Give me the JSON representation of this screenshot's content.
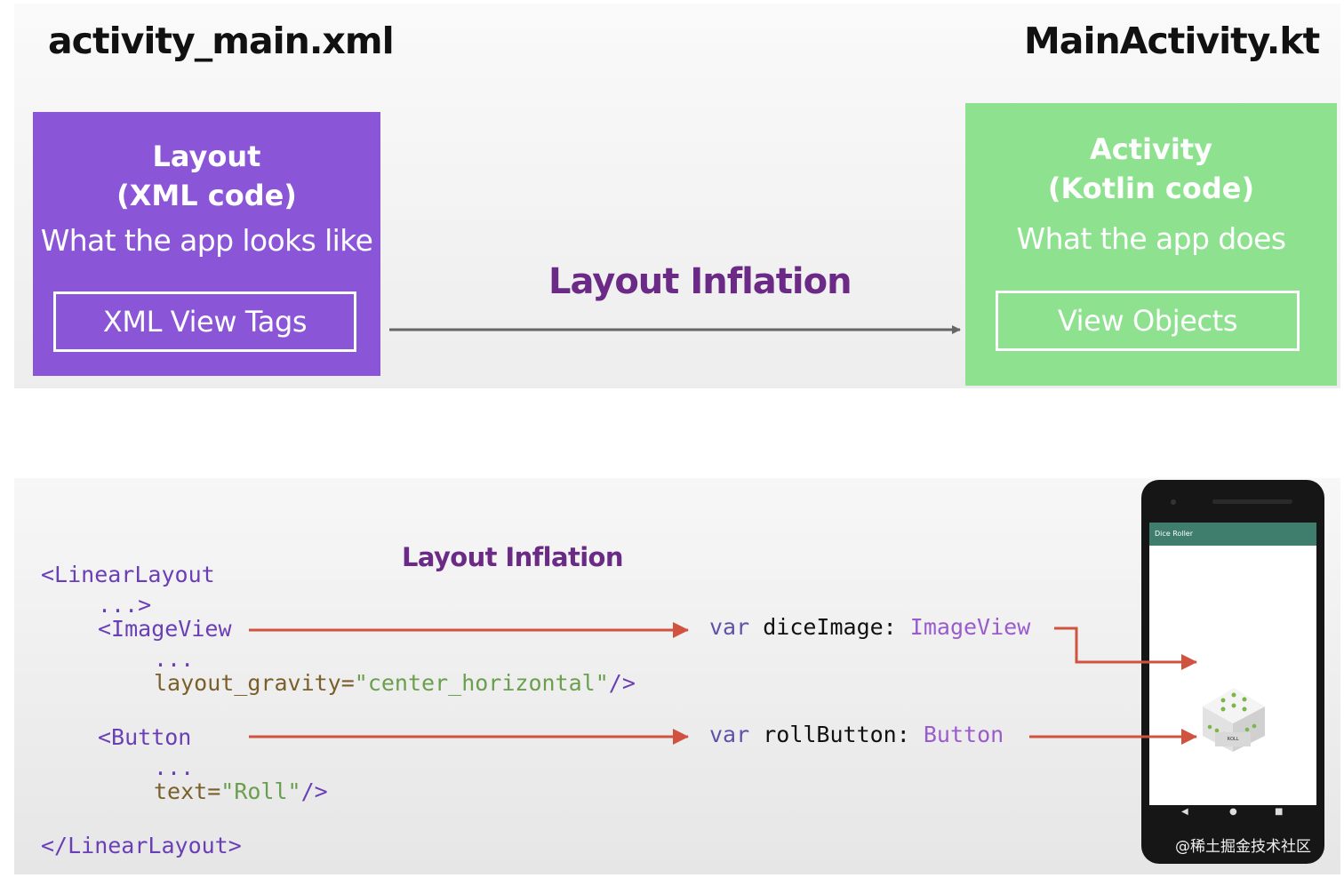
{
  "top": {
    "xml_file": "activity_main.xml",
    "kt_file": "MainActivity.kt",
    "layout_box": {
      "title": "Layout",
      "subtitle": "(XML code)",
      "description": "What the app looks like",
      "tag_label": "XML View Tags",
      "color": "#8b55d8"
    },
    "activity_box": {
      "title": "Activity",
      "subtitle": "(Kotlin code)",
      "description": "What the app does",
      "tag_label": "View Objects",
      "color": "#8ee28f"
    },
    "arrow_label": "Layout Inflation"
  },
  "bottom": {
    "arrow_label": "Layout Inflation",
    "xml": {
      "linear_open": "<LinearLayout",
      "linear_ellipsis": "...>",
      "imageview_tag": "<ImageView",
      "imageview_ellipsis": "...",
      "gravity_attr": "layout_gravity=",
      "gravity_value": "\"center_horizontal\"",
      "gravity_close": "/>",
      "button_tag": "<Button",
      "button_ellipsis": "...",
      "text_attr": "text=",
      "text_value": "\"Roll\"",
      "text_close": "/>",
      "linear_close": "</LinearLayout>"
    },
    "kotlin": [
      {
        "keyword": "var",
        "name": "diceImage:",
        "type": "ImageView"
      },
      {
        "keyword": "var",
        "name": "rollButton:",
        "type": "Button"
      }
    ],
    "phone": {
      "app_title": "Dice Roller",
      "roll_button": "ROLL"
    },
    "arrow_color": "#d0533f"
  },
  "watermark": "@稀土掘金技术社区"
}
